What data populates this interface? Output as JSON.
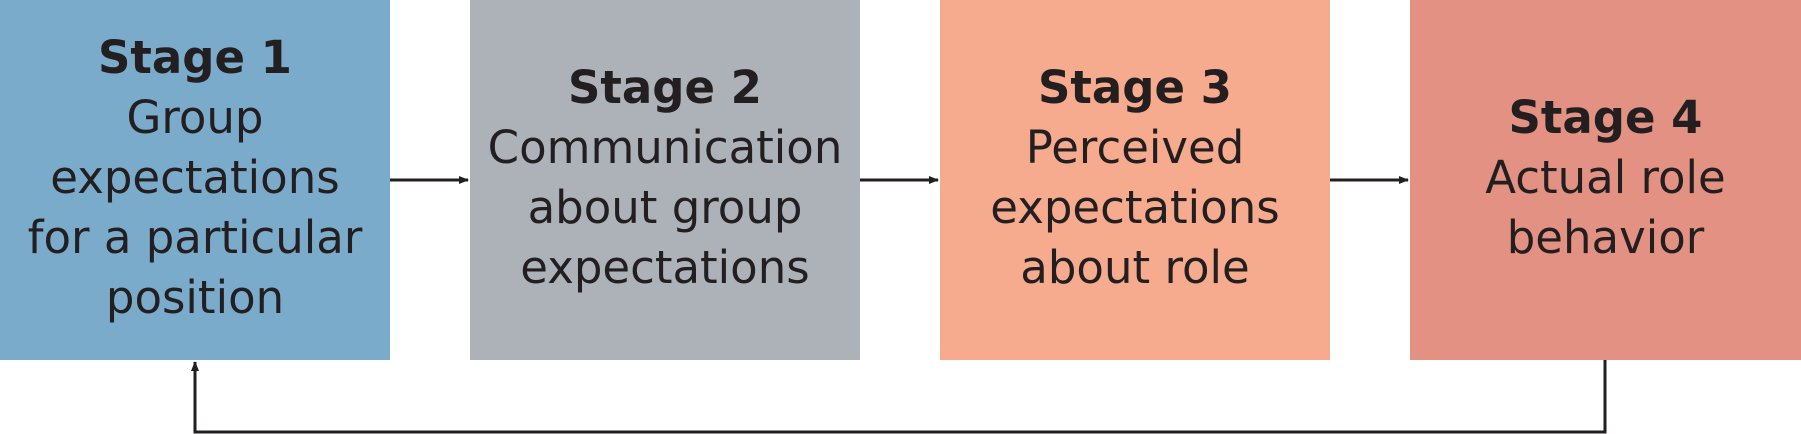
{
  "colors": {
    "stage1": "#7aabca",
    "stage2": "#adb2b9",
    "stage3": "#f6aa8e",
    "stage4": "#e39182",
    "arrow": "#231f20",
    "text": "#231f20"
  },
  "stages": [
    {
      "title": "Stage 1",
      "description": "Group\nexpectations\nfor a particular\nposition"
    },
    {
      "title": "Stage 2",
      "description": "Communication\nabout group\nexpectations"
    },
    {
      "title": "Stage 3",
      "description": "Perceived\nexpectations\nabout role"
    },
    {
      "title": "Stage 4",
      "description": "Actual role\nbehavior"
    }
  ],
  "connections": [
    {
      "from": "Stage 1",
      "to": "Stage 2"
    },
    {
      "from": "Stage 2",
      "to": "Stage 3"
    },
    {
      "from": "Stage 3",
      "to": "Stage 4"
    },
    {
      "from": "Stage 4",
      "to": "Stage 1",
      "kind": "feedback"
    }
  ]
}
